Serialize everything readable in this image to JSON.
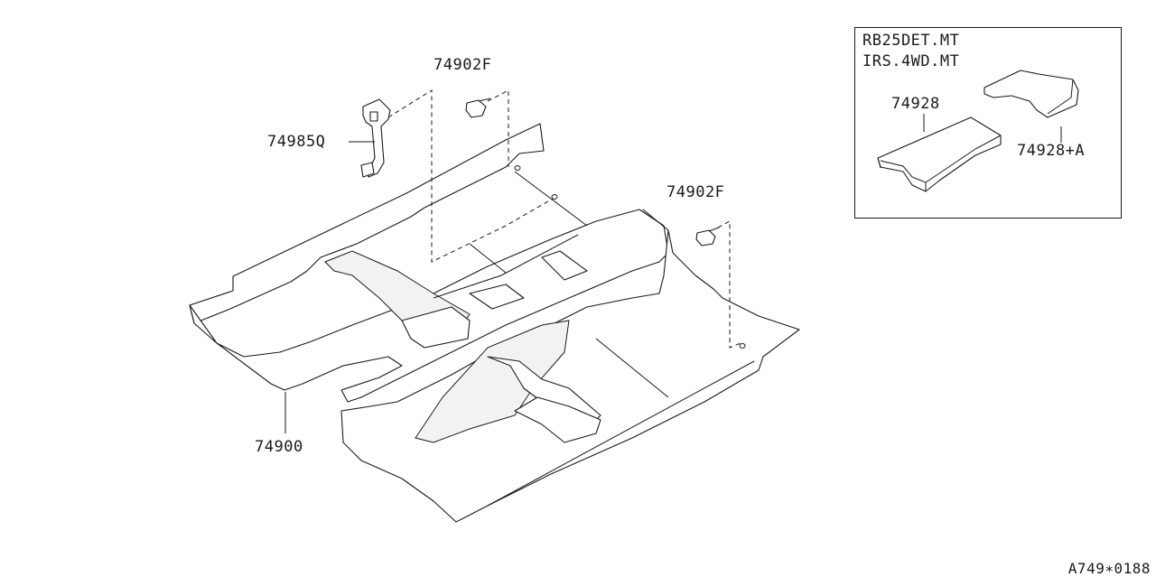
{
  "callouts": {
    "clip_upper": "74902F",
    "bracket": "74985Q",
    "clip_right": "74902F",
    "carpet": "74900",
    "insulator": "74928",
    "insulator_a": "74928+A"
  },
  "inset": {
    "line1": "RB25DET.MT",
    "line2": "IRS.4WD.MT"
  },
  "diagram_code": "A749∗0188"
}
